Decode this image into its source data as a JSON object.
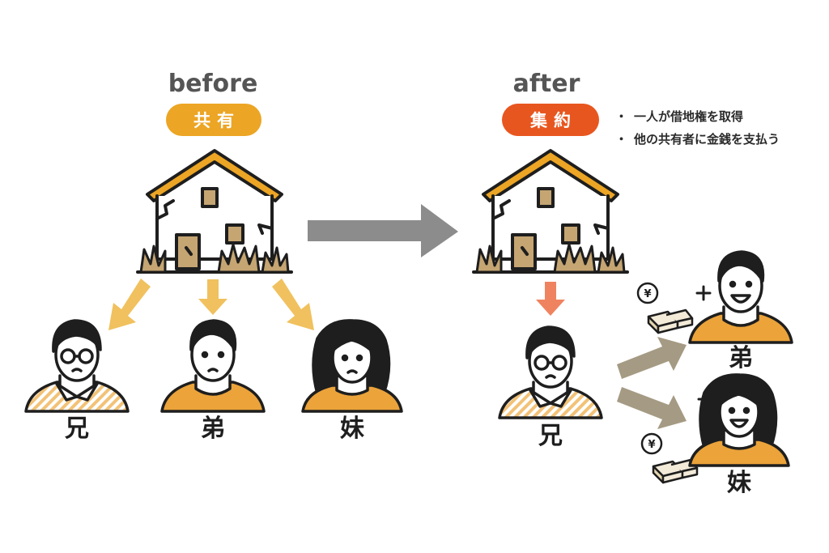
{
  "before": {
    "heading": "before",
    "badge": "共有",
    "heirs": [
      "兄",
      "弟",
      "妹"
    ]
  },
  "after": {
    "heading": "after",
    "badge": "集約",
    "notes": [
      "一人が借地権を取得",
      "他の共有者に金銭を支払う"
    ],
    "owner": "兄",
    "paid": [
      "弟",
      "妹"
    ],
    "currency_symbol": "¥"
  },
  "colors": {
    "before_badge": "#eca524",
    "after_badge": "#e8561f",
    "shirt_orange": "#eba33a",
    "arrow_yellow": "#f0c15e",
    "arrow_salmon": "#ef8360",
    "arrow_gray": "#8c8c8c",
    "arrow_khaki": "#a59a83"
  }
}
